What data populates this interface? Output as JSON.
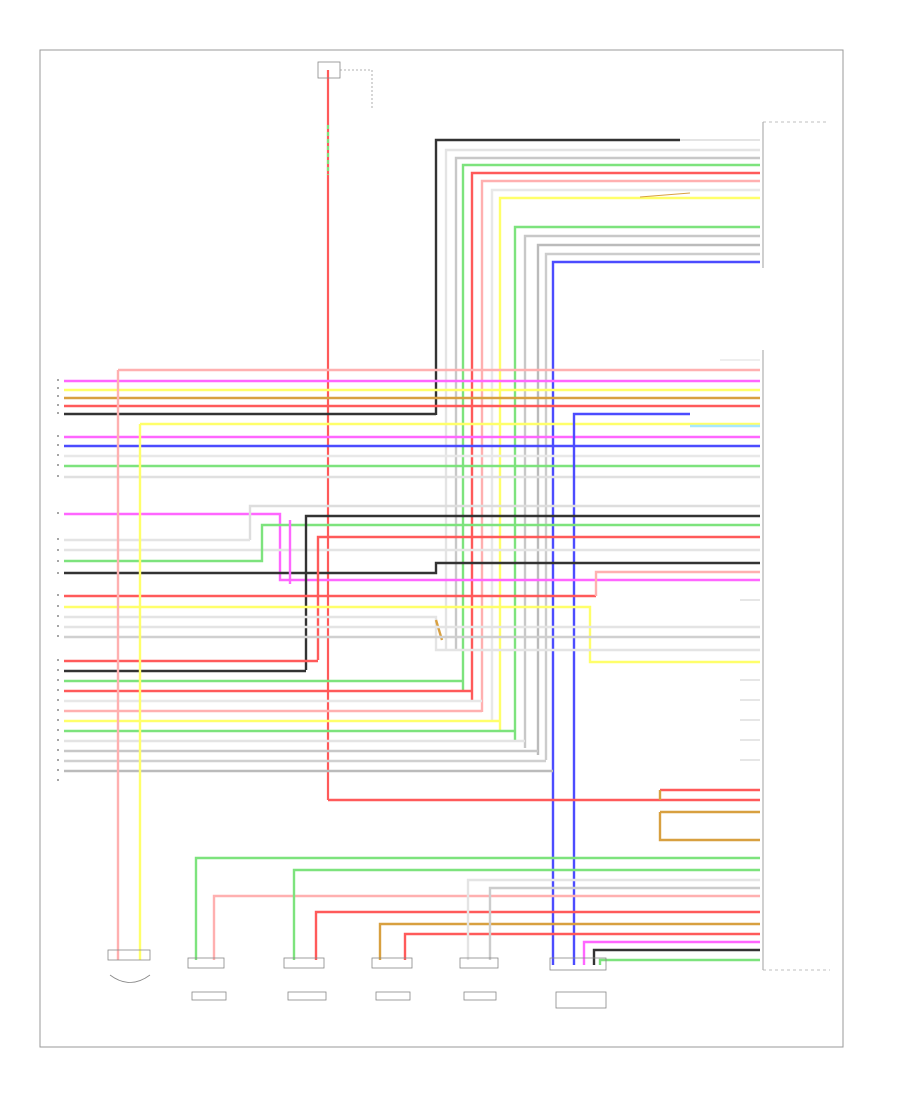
{
  "diagram": {
    "page_ref": "",
    "fuse": {
      "label": "",
      "sublabel": ""
    },
    "gps_unit": {
      "label": ""
    },
    "stereo_unit": {
      "label": ""
    },
    "speakers": [
      {
        "id": "rr-sq",
        "label": ""
      },
      {
        "id": "lf-door-1",
        "label": ""
      },
      {
        "id": "rf-door-1",
        "label": ""
      },
      {
        "id": "lr-sq",
        "label": ""
      },
      {
        "id": "lr-door",
        "label": ""
      },
      {
        "id": "rr-door",
        "label": ""
      }
    ],
    "colors": {
      "red": "#ff5a5a",
      "green": "#7de37d",
      "yellow": "#ffff6a",
      "magenta": "#ff66ff",
      "blue": "#4c4cff",
      "tan": "#d8a040",
      "pink": "#ffb0b0",
      "black": "#333333",
      "gray": "#bdbdbd",
      "white": "#e8e8e8"
    }
  }
}
